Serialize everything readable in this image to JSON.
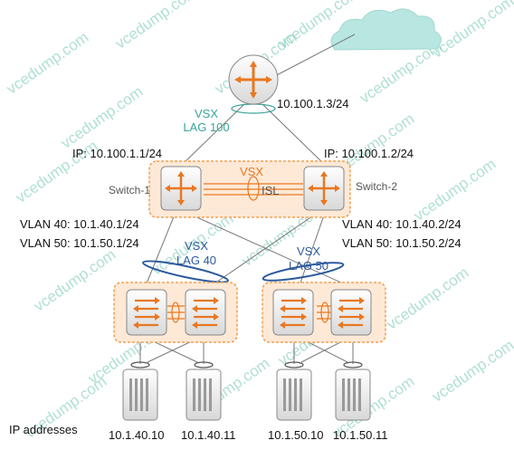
{
  "router_ip": "10.100.1.3/24",
  "vsx_lag_100": {
    "line1": "VSX",
    "line2": "LAG 100"
  },
  "switch1": {
    "name": "Switch-1",
    "ip": "IP: 10.100.1.1/24",
    "vlan40": "VLAN 40: 10.1.40.1/24",
    "vlan50": "VLAN 50: 10.1.50.1/24"
  },
  "switch2": {
    "name": "Switch-2",
    "ip": "IP: 10.100.1.2/24",
    "vlan40": "VLAN 40: 10.1.40.2/24",
    "vlan50": "VLAN 50: 10.1.50.2/24"
  },
  "vsx_isl": {
    "vsx": "VSX",
    "isl": "ISL"
  },
  "vsx_lag_40": {
    "line1": "VSX",
    "line2": "LAG 40"
  },
  "vsx_lag_50": {
    "line1": "VSX",
    "line2": "LAG 50"
  },
  "ip_addresses_label": "IP addresses",
  "servers": [
    "10.1.40.10",
    "10.1.40.11",
    "10.1.50.10",
    "10.1.50.11"
  ],
  "watermark": "vcedump.com",
  "colors": {
    "orange": "#e87722",
    "teal": "#3aa39a",
    "blue": "#2c5a9c",
    "cloud": "#b8e6e0",
    "dashed": "#f0a050"
  }
}
